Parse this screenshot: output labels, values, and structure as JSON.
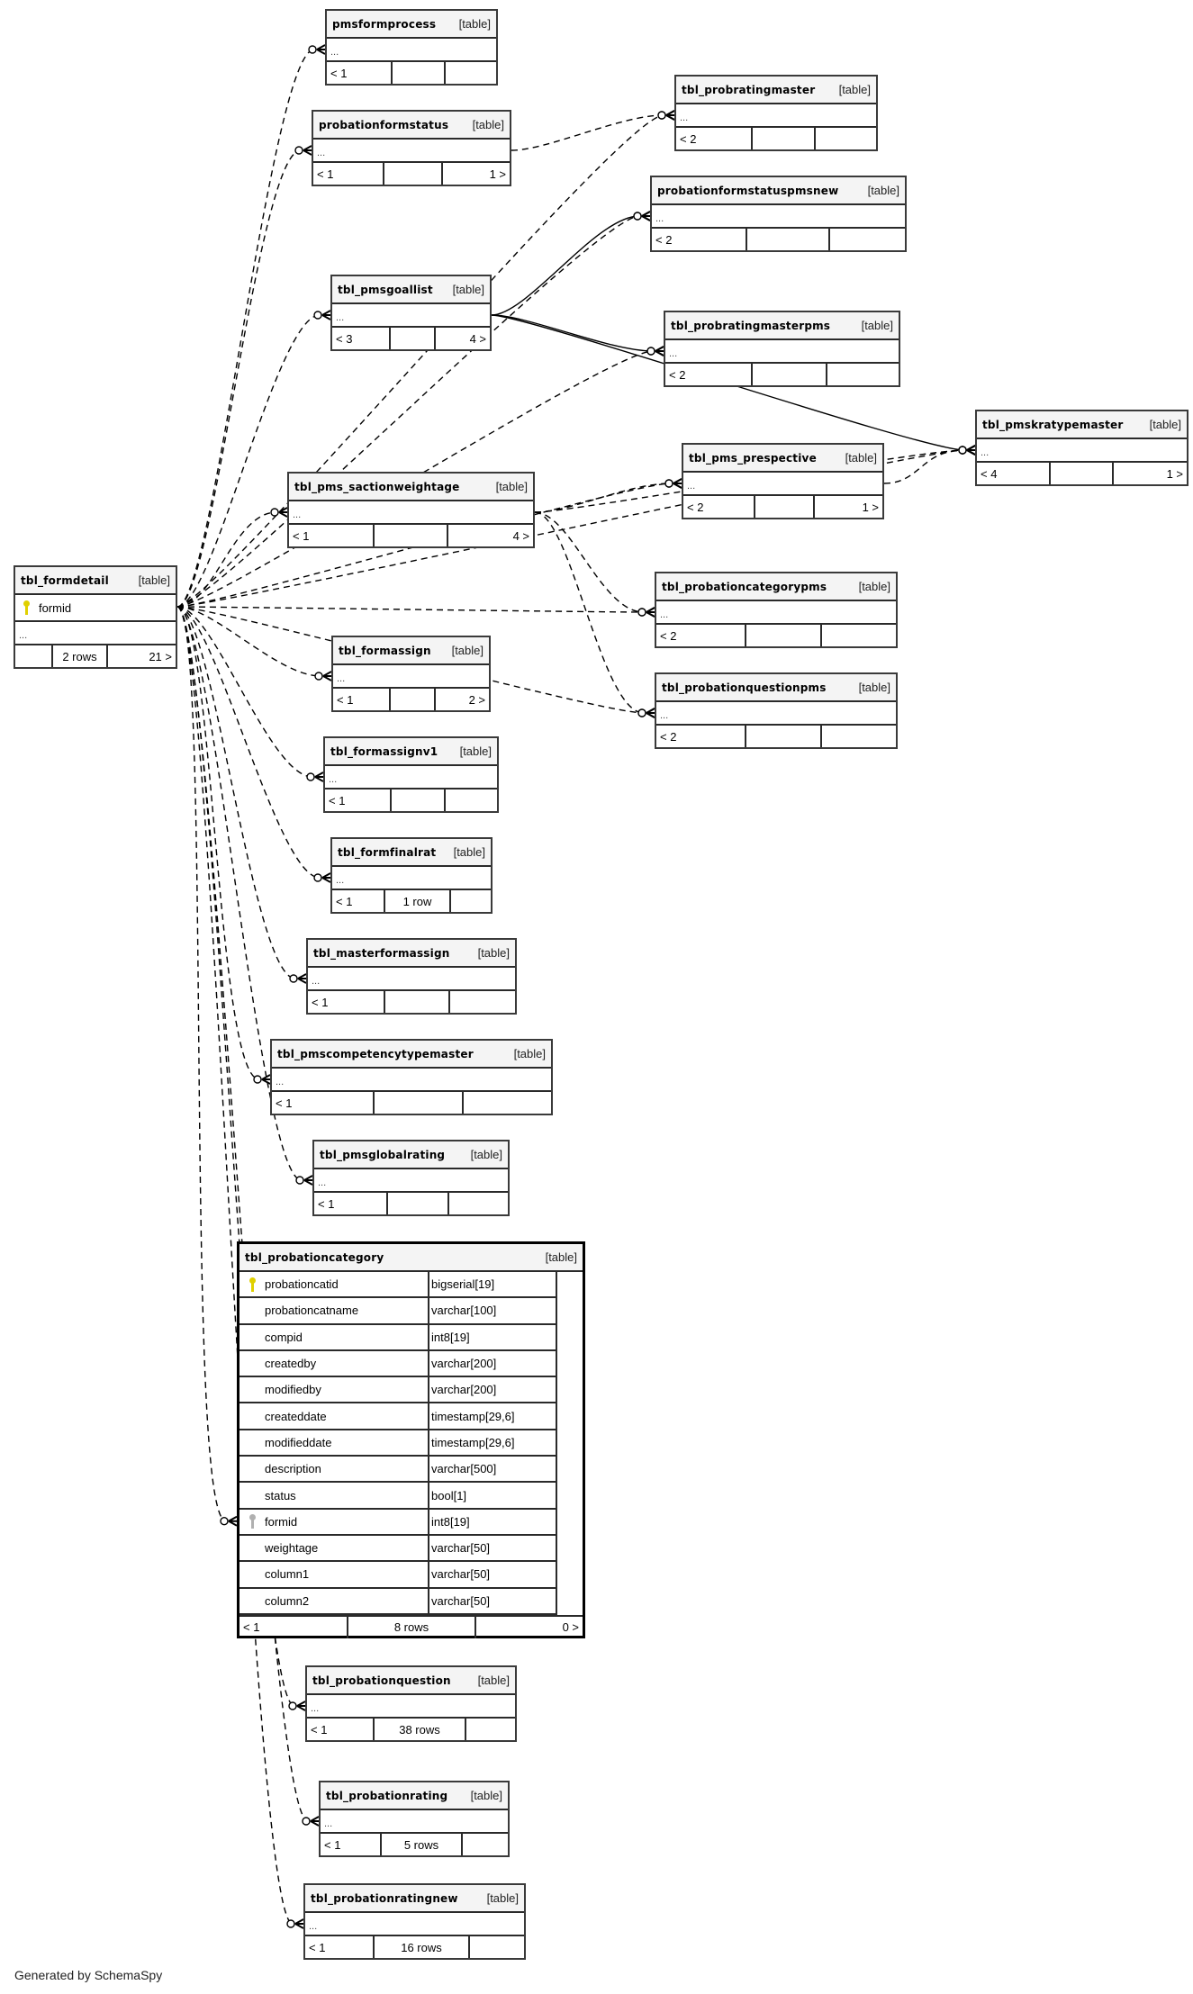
{
  "diagram": {
    "type": "entity-relationship",
    "kind_label": "[table]",
    "ellipsis": "...",
    "credit": "Generated by SchemaSpy"
  },
  "tables": {
    "pmsformprocess": {
      "name": "pmsformprocess",
      "parents": "< 1",
      "rows": "",
      "children": ""
    },
    "probationformstatus": {
      "name": "probationformstatus",
      "parents": "< 1",
      "rows": "",
      "children": "1 >"
    },
    "tbl_probratingmaster": {
      "name": "tbl_probratingmaster",
      "parents": "< 2",
      "rows": "",
      "children": ""
    },
    "probationformstatuspmsnew": {
      "name": "probationformstatuspmsnew",
      "parents": "< 2",
      "rows": "",
      "children": ""
    },
    "tbl_pmsgoallist": {
      "name": "tbl_pmsgoallist",
      "parents": "< 3",
      "rows": "",
      "children": "4 >"
    },
    "tbl_probratingmasterpms": {
      "name": "tbl_probratingmasterpms",
      "parents": "< 2",
      "rows": "",
      "children": ""
    },
    "tbl_pmskratypemaster": {
      "name": "tbl_pmskratypemaster",
      "parents": "< 4",
      "rows": "",
      "children": "1 >"
    },
    "tbl_pms_prespective": {
      "name": "tbl_pms_prespective",
      "parents": "< 2",
      "rows": "",
      "children": "1 >"
    },
    "tbl_pms_sactionweightage": {
      "name": "tbl_pms_sactionweightage",
      "parents": "< 1",
      "rows": "",
      "children": "4 >"
    },
    "tbl_formdetail": {
      "name": "tbl_formdetail",
      "pk_column": "formid",
      "parents": "",
      "rows": "2 rows",
      "children": "21 >"
    },
    "tbl_probationcategorypms": {
      "name": "tbl_probationcategorypms",
      "parents": "< 2",
      "rows": "",
      "children": ""
    },
    "tbl_probationquestionpms": {
      "name": "tbl_probationquestionpms",
      "parents": "< 2",
      "rows": "",
      "children": ""
    },
    "tbl_formassign": {
      "name": "tbl_formassign",
      "parents": "< 1",
      "rows": "",
      "children": "2 >"
    },
    "tbl_formassignv1": {
      "name": "tbl_formassignv1",
      "parents": "< 1",
      "rows": "",
      "children": ""
    },
    "tbl_formfinalrat": {
      "name": "tbl_formfinalrat",
      "parents": "< 1",
      "rows": "1 row",
      "children": ""
    },
    "tbl_masterformassign": {
      "name": "tbl_masterformassign",
      "parents": "< 1",
      "rows": "",
      "children": ""
    },
    "tbl_pmscompetencytypemaster": {
      "name": "tbl_pmscompetencytypemaster",
      "parents": "< 1",
      "rows": "",
      "children": ""
    },
    "tbl_pmsglobalrating": {
      "name": "tbl_pmsglobalrating",
      "parents": "< 1",
      "rows": "",
      "children": ""
    },
    "tbl_probationcategory": {
      "name": "tbl_probationcategory",
      "parents": "< 1",
      "rows": "8 rows",
      "children": "0 >",
      "columns": [
        {
          "name": "probationcatid",
          "type": "bigserial[19]",
          "key": "pk"
        },
        {
          "name": "probationcatname",
          "type": "varchar[100]",
          "key": ""
        },
        {
          "name": "compid",
          "type": "int8[19]",
          "key": ""
        },
        {
          "name": "createdby",
          "type": "varchar[200]",
          "key": ""
        },
        {
          "name": "modifiedby",
          "type": "varchar[200]",
          "key": ""
        },
        {
          "name": "createddate",
          "type": "timestamp[29,6]",
          "key": ""
        },
        {
          "name": "modifieddate",
          "type": "timestamp[29,6]",
          "key": ""
        },
        {
          "name": "description",
          "type": "varchar[500]",
          "key": ""
        },
        {
          "name": "status",
          "type": "bool[1]",
          "key": ""
        },
        {
          "name": "formid",
          "type": "int8[19]",
          "key": "fk"
        },
        {
          "name": "weightage",
          "type": "varchar[50]",
          "key": ""
        },
        {
          "name": "column1",
          "type": "varchar[50]",
          "key": ""
        },
        {
          "name": "column2",
          "type": "varchar[50]",
          "key": ""
        }
      ]
    },
    "tbl_probationquestion": {
      "name": "tbl_probationquestion",
      "parents": "< 1",
      "rows": "38 rows",
      "children": ""
    },
    "tbl_probationrating": {
      "name": "tbl_probationrating",
      "parents": "< 1",
      "rows": "5 rows",
      "children": ""
    },
    "tbl_probationratingnew": {
      "name": "tbl_probationratingnew",
      "parents": "< 1",
      "rows": "16 rows",
      "children": ""
    }
  },
  "relationships": [
    {
      "from": "tbl_formdetail",
      "to": "pmsformprocess",
      "style": "dashed"
    },
    {
      "from": "tbl_formdetail",
      "to": "probationformstatus",
      "style": "dashed"
    },
    {
      "from": "tbl_formdetail",
      "to": "tbl_probratingmaster",
      "style": "dashed"
    },
    {
      "from": "probationformstatus",
      "to": "tbl_probratingmaster",
      "style": "dashed"
    },
    {
      "from": "tbl_formdetail",
      "to": "probationformstatuspmsnew",
      "style": "dashed"
    },
    {
      "from": "tbl_pmsgoallist",
      "to": "probationformstatuspmsnew",
      "style": "solid"
    },
    {
      "from": "tbl_formdetail",
      "to": "tbl_pmsgoallist",
      "style": "dashed"
    },
    {
      "from": "tbl_pmsgoallist",
      "to": "tbl_probratingmasterpms",
      "style": "solid"
    },
    {
      "from": "tbl_formdetail",
      "to": "tbl_probratingmasterpms",
      "style": "dashed"
    },
    {
      "from": "tbl_pmsgoallist",
      "to": "tbl_pmskratypemaster",
      "style": "solid"
    },
    {
      "from": "tbl_formdetail",
      "to": "tbl_pmskratypemaster",
      "style": "dashed"
    },
    {
      "from": "tbl_pms_prespective",
      "to": "tbl_pmskratypemaster",
      "style": "dashed"
    },
    {
      "from": "tbl_pms_sactionweightage",
      "to": "tbl_pmskratypemaster",
      "style": "dashed"
    },
    {
      "from": "tbl_formdetail",
      "to": "tbl_pms_prespective",
      "style": "dashed"
    },
    {
      "from": "tbl_pms_sactionweightage",
      "to": "tbl_pms_prespective",
      "style": "dashed"
    },
    {
      "from": "tbl_formdetail",
      "to": "tbl_pms_sactionweightage",
      "style": "dashed"
    },
    {
      "from": "tbl_formdetail",
      "to": "tbl_probationcategorypms",
      "style": "dashed"
    },
    {
      "from": "tbl_pms_sactionweightage",
      "to": "tbl_probationcategorypms",
      "style": "dashed"
    },
    {
      "from": "tbl_formdetail",
      "to": "tbl_probationquestionpms",
      "style": "dashed"
    },
    {
      "from": "tbl_pms_sactionweightage",
      "to": "tbl_probationquestionpms",
      "style": "dashed"
    },
    {
      "from": "tbl_formdetail",
      "to": "tbl_formassign",
      "style": "dashed"
    },
    {
      "from": "tbl_formdetail",
      "to": "tbl_formassignv1",
      "style": "dashed"
    },
    {
      "from": "tbl_formdetail",
      "to": "tbl_formfinalrat",
      "style": "dashed"
    },
    {
      "from": "tbl_formdetail",
      "to": "tbl_masterformassign",
      "style": "dashed"
    },
    {
      "from": "tbl_formdetail",
      "to": "tbl_pmscompetencytypemaster",
      "style": "dashed"
    },
    {
      "from": "tbl_formdetail",
      "to": "tbl_pmsglobalrating",
      "style": "dashed"
    },
    {
      "from": "tbl_formdetail",
      "to": "tbl_probationcategory",
      "style": "dashed"
    },
    {
      "from": "tbl_formdetail",
      "to": "tbl_probationquestion",
      "style": "dashed"
    },
    {
      "from": "tbl_formdetail",
      "to": "tbl_probationrating",
      "style": "dashed"
    },
    {
      "from": "tbl_formdetail",
      "to": "tbl_probationratingnew",
      "style": "dashed"
    }
  ]
}
